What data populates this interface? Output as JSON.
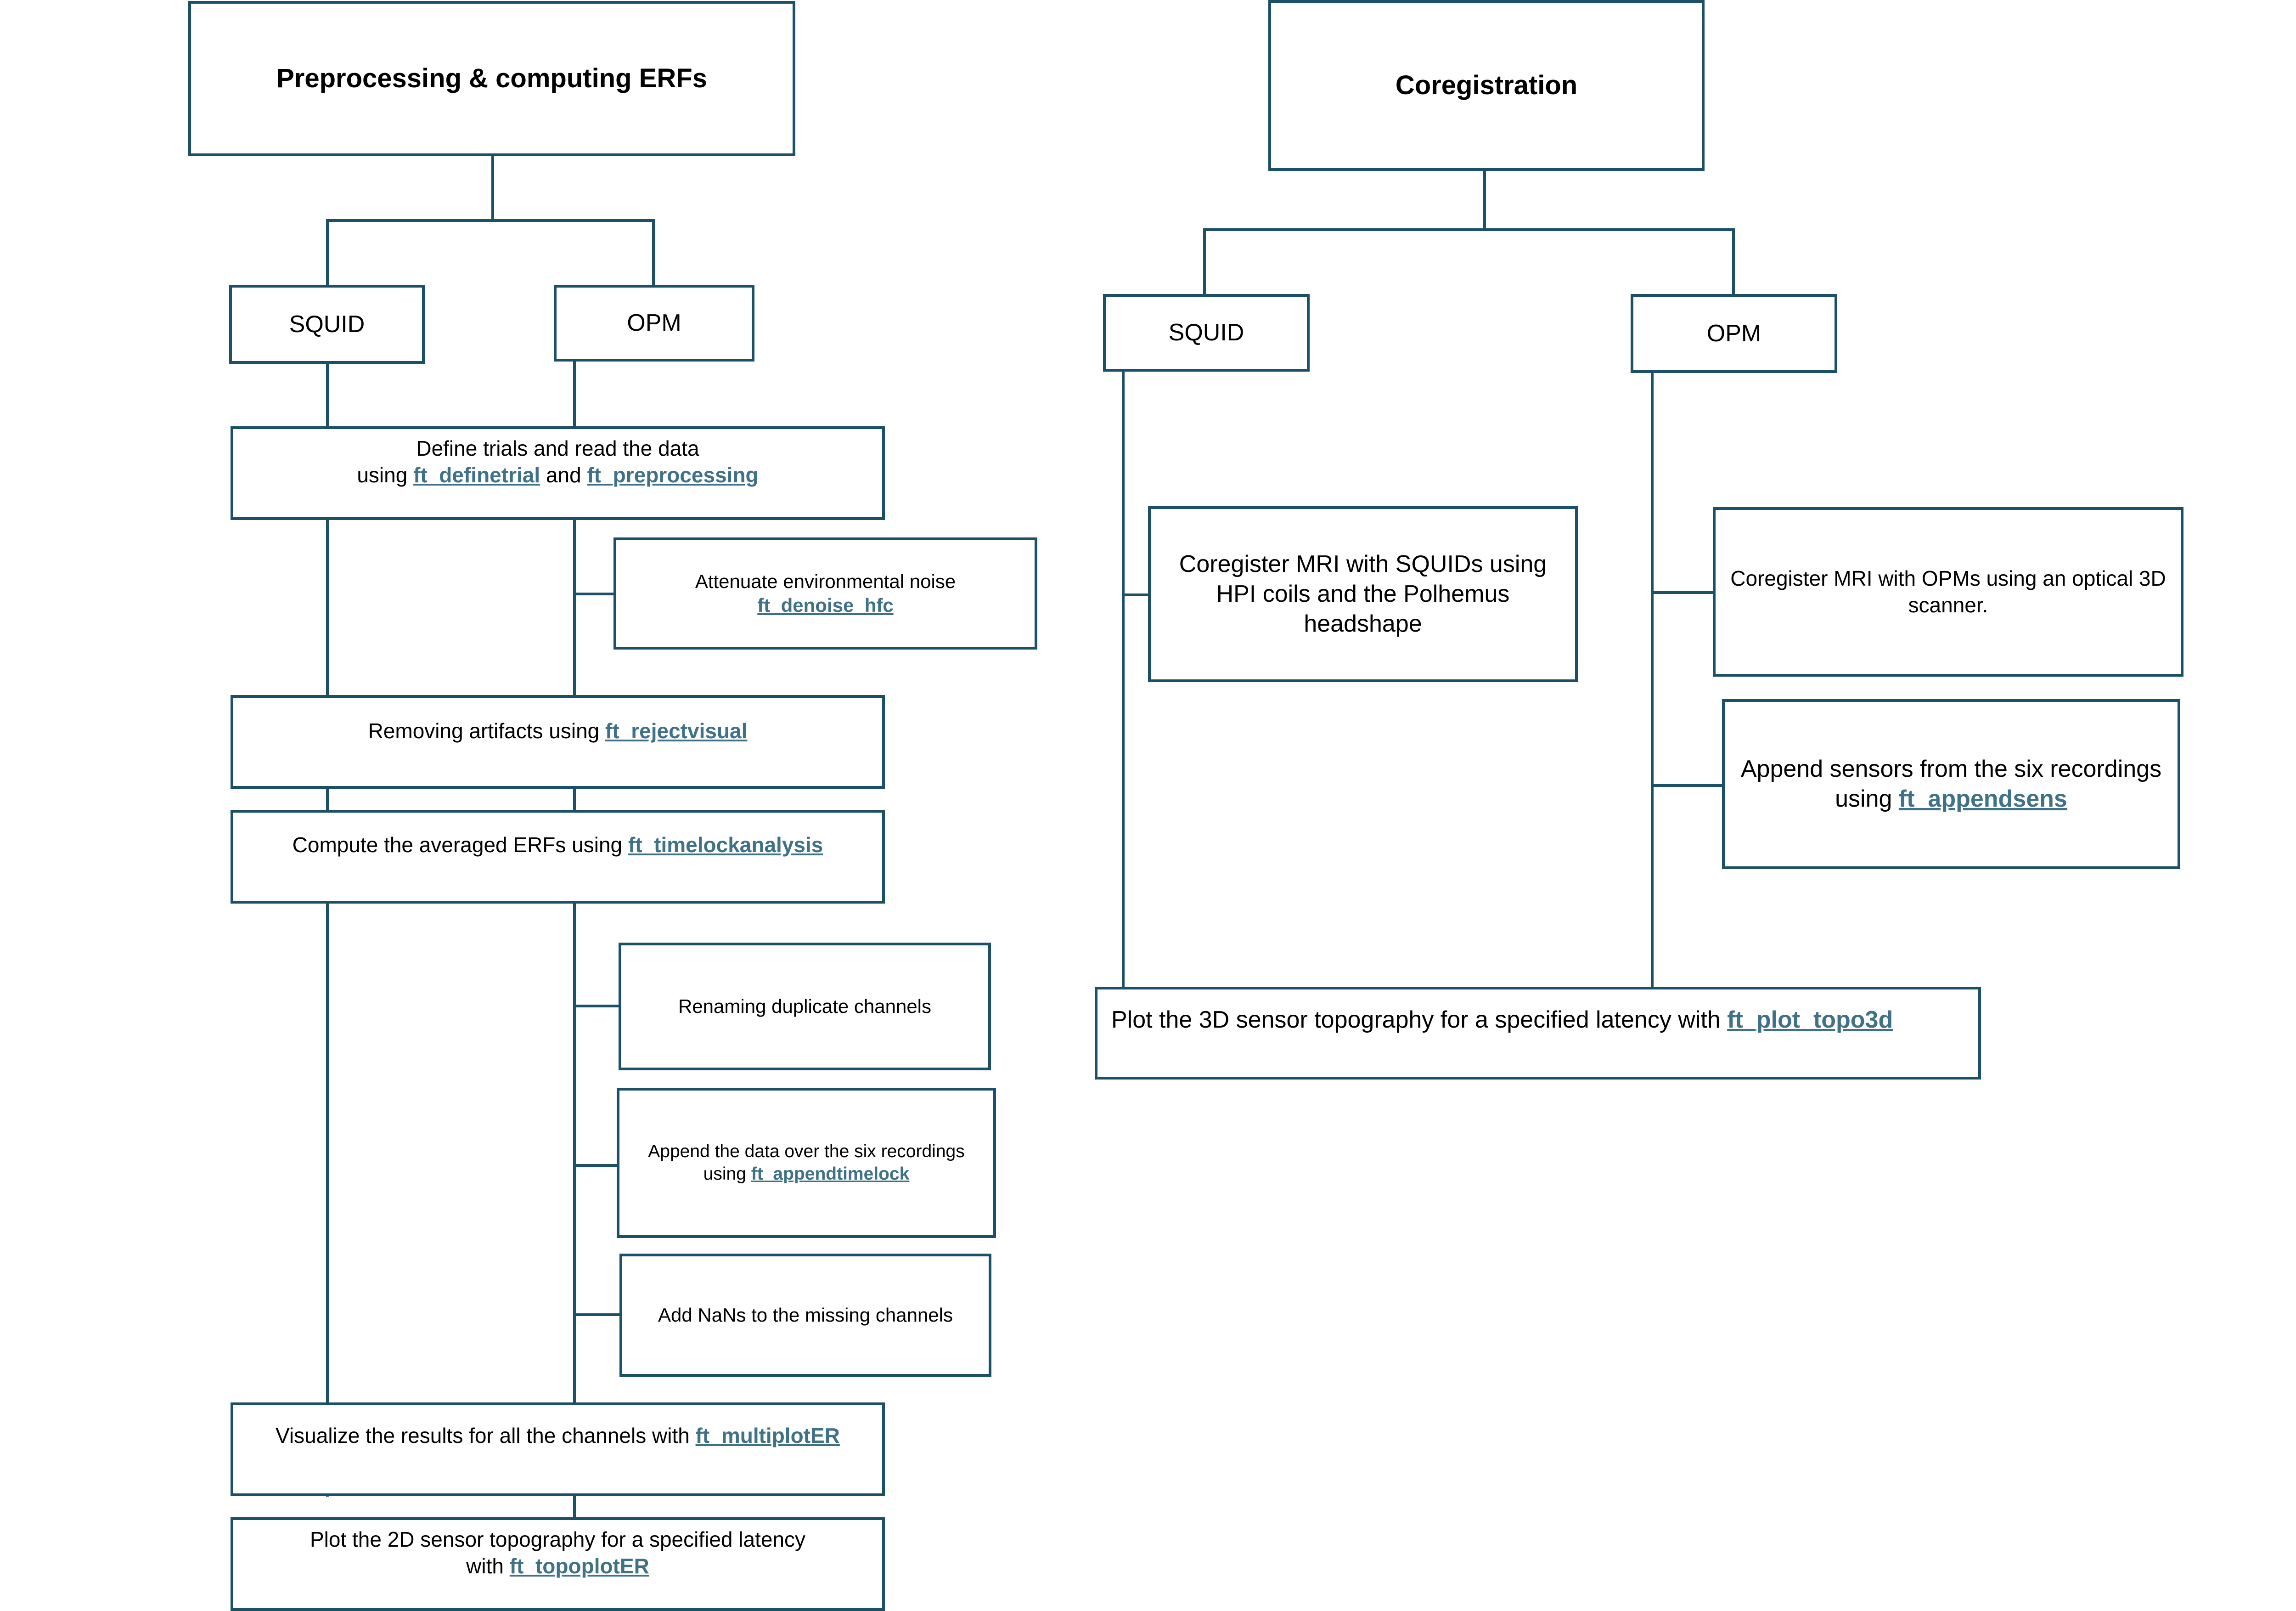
{
  "colors": {
    "stroke": "#1b5068",
    "function_link": "#3f7187"
  },
  "left": {
    "title": "Preprocessing & computing ERFs",
    "branch_squid": "SQUID",
    "branch_opm": "OPM",
    "define_trials": {
      "line1": "Define trials and read the data",
      "pre": "using ",
      "fn1": "ft_definetrial",
      "mid": " and ",
      "fn2": "ft_preprocessing"
    },
    "attenuate": {
      "line1": "Attenuate environmental noise",
      "fn": "ft_denoise_hfc"
    },
    "removing": {
      "pre": "Removing artifacts using ",
      "fn": "ft_rejectvisual"
    },
    "compute": {
      "pre": "Compute the averaged ERFs using ",
      "fn": "ft_timelockanalysis"
    },
    "renaming": "Renaming duplicate channels",
    "append_data": {
      "line1": "Append the data over the six recordings",
      "pre": "using ",
      "fn": "ft_appendtimelock"
    },
    "add_nans": "Add NaNs to the missing channels",
    "visualize": {
      "pre": "Visualize the results for all the channels with ",
      "fn": "ft_multiplotER"
    },
    "plot2d": {
      "line1": "Plot the 2D sensor topography for a specified latency",
      "pre": "with ",
      "fn": "ft_topoplotER"
    }
  },
  "right": {
    "title": "Coregistration",
    "branch_squid": "SQUID",
    "branch_opm": "OPM",
    "coreg_squid": "Coregister MRI with SQUIDs using HPI coils and the Polhemus headshape",
    "coreg_opm": "Coregister MRI with OPMs using an optical 3D scanner.",
    "append_sensors": {
      "line1": "Append sensors from the six recordings",
      "pre": "using ",
      "fn": "ft_appendsens"
    },
    "plot3d": {
      "pre": "Plot the 3D sensor topography for a specified latency with ",
      "fn": "ft_plot_topo3d"
    }
  }
}
